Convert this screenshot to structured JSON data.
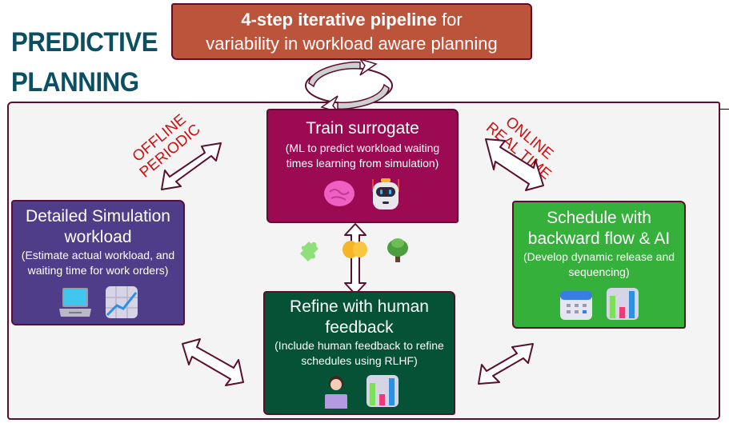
{
  "page_title": {
    "line1": "PREDICTIVE",
    "line2": "PLANNING"
  },
  "banner": {
    "bold": "4-step iterative pipeline",
    "rest1": " for",
    "line2": "variability in workload aware planning"
  },
  "labels": {
    "offline": {
      "line1": "OFFLINE",
      "line2": "PERIODIC"
    },
    "online": {
      "line1": "ONLINE",
      "line2": "REAL TIME"
    }
  },
  "steps": {
    "train": {
      "title": "Train surrogate",
      "desc": "(ML to predict workload waiting times learning from simulation)",
      "icons": [
        "brain-icon",
        "robot-icon"
      ]
    },
    "simulation": {
      "title": "Detailed Simulation workload",
      "desc": "(Estimate actual workload, and waiting time for work orders)",
      "icons": [
        "laptop-icon",
        "line-chart-icon"
      ]
    },
    "schedule": {
      "title": "Schedule with backward flow & AI",
      "desc": "(Develop dynamic release and sequencing)",
      "icons": [
        "calendar-icon",
        "bar-chart-icon"
      ]
    },
    "refine": {
      "title": "Refine with human feedback",
      "desc": "(Include human feedback to refine schedules using RLHF)",
      "icons": [
        "woman-at-laptop-icon",
        "bar-chart-icon"
      ]
    }
  },
  "middle_icons": [
    "puzzle-piece-icon",
    "handshake-icon",
    "tree-icon"
  ],
  "colors": {
    "title": "#0B4F63",
    "banner": "#BC543C",
    "train": "#9B0A52",
    "simulation": "#4F3D8A",
    "schedule": "#35B03A",
    "refine": "#065236",
    "label_red": "#D01010",
    "outline": "#5a0f2e"
  }
}
